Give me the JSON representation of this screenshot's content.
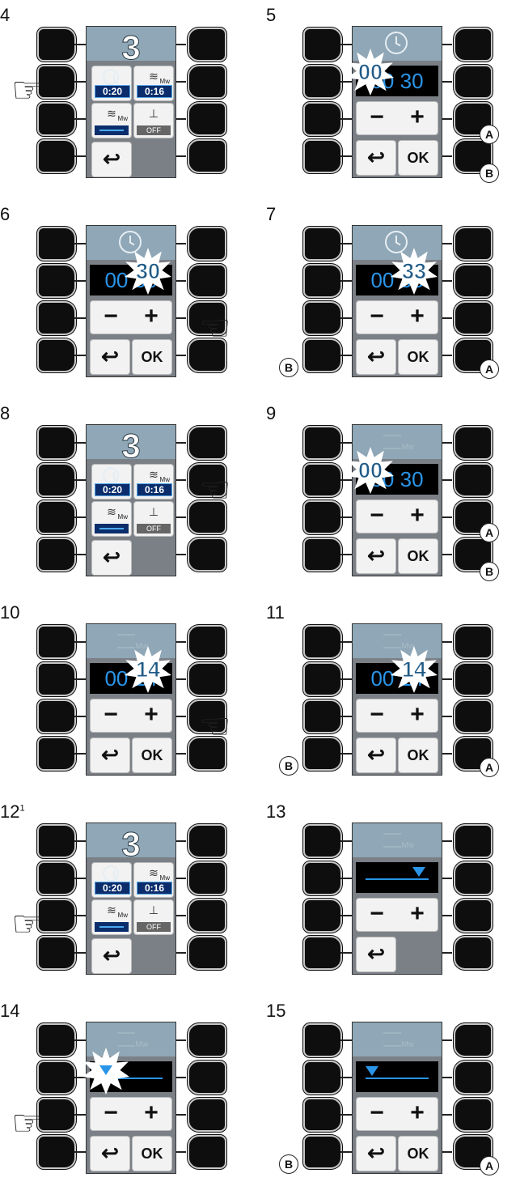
{
  "steps": [
    {
      "number": "4",
      "sup": "",
      "screen": "main",
      "hand": "left-2"
    },
    {
      "number": "5",
      "sup": "",
      "screen": "clock-set",
      "display_left": "00",
      "display_right": "30",
      "burst": "00",
      "labels": [
        "A",
        "B"
      ]
    },
    {
      "number": "6",
      "sup": "",
      "screen": "clock-set",
      "display_left": "00",
      "display_right": "30",
      "burst": "30",
      "hand": "right-3"
    },
    {
      "number": "7",
      "sup": "",
      "screen": "clock-set",
      "display_left": "00",
      "display_right": "33",
      "burst": "33",
      "labels": [
        "B-left",
        "A"
      ]
    },
    {
      "number": "8",
      "sup": "",
      "screen": "main",
      "hand": "right-2"
    },
    {
      "number": "9",
      "sup": "",
      "screen": "mw-set",
      "display_left": "00",
      "display_right": "30",
      "burst": "00",
      "labels": [
        "A",
        "B"
      ]
    },
    {
      "number": "10",
      "sup": "",
      "screen": "mw-set",
      "display_left": "00",
      "display_right": "14",
      "burst": "14",
      "hand": "right-3"
    },
    {
      "number": "11",
      "sup": "",
      "screen": "mw-set",
      "display_left": "00",
      "display_right": "14",
      "burst": "14",
      "labels": [
        "B-left",
        "A"
      ]
    },
    {
      "number": "12",
      "sup": "1",
      "screen": "main",
      "hand": "left-3"
    },
    {
      "number": "13",
      "sup": "",
      "screen": "slider-high"
    },
    {
      "number": "14",
      "sup": "",
      "screen": "slider-low-burst",
      "hand": "left-3"
    },
    {
      "number": "15",
      "sup": "",
      "screen": "slider-low",
      "labels": [
        "B-left",
        "A"
      ]
    }
  ],
  "main_screen": {
    "digit": "3",
    "timer1": "0:20",
    "timer2": "0:16",
    "mw": "Mw",
    "lock_value": "OFF"
  },
  "buttons": {
    "minus": "−",
    "plus": "+",
    "back": "↩",
    "ok": "OK"
  },
  "hdr_mw": "Mw",
  "label_a": "A",
  "label_b": "B",
  "colors": {
    "header": "#8fa7b6",
    "display_text": "#2a95e8",
    "panel": "#7b8087"
  }
}
